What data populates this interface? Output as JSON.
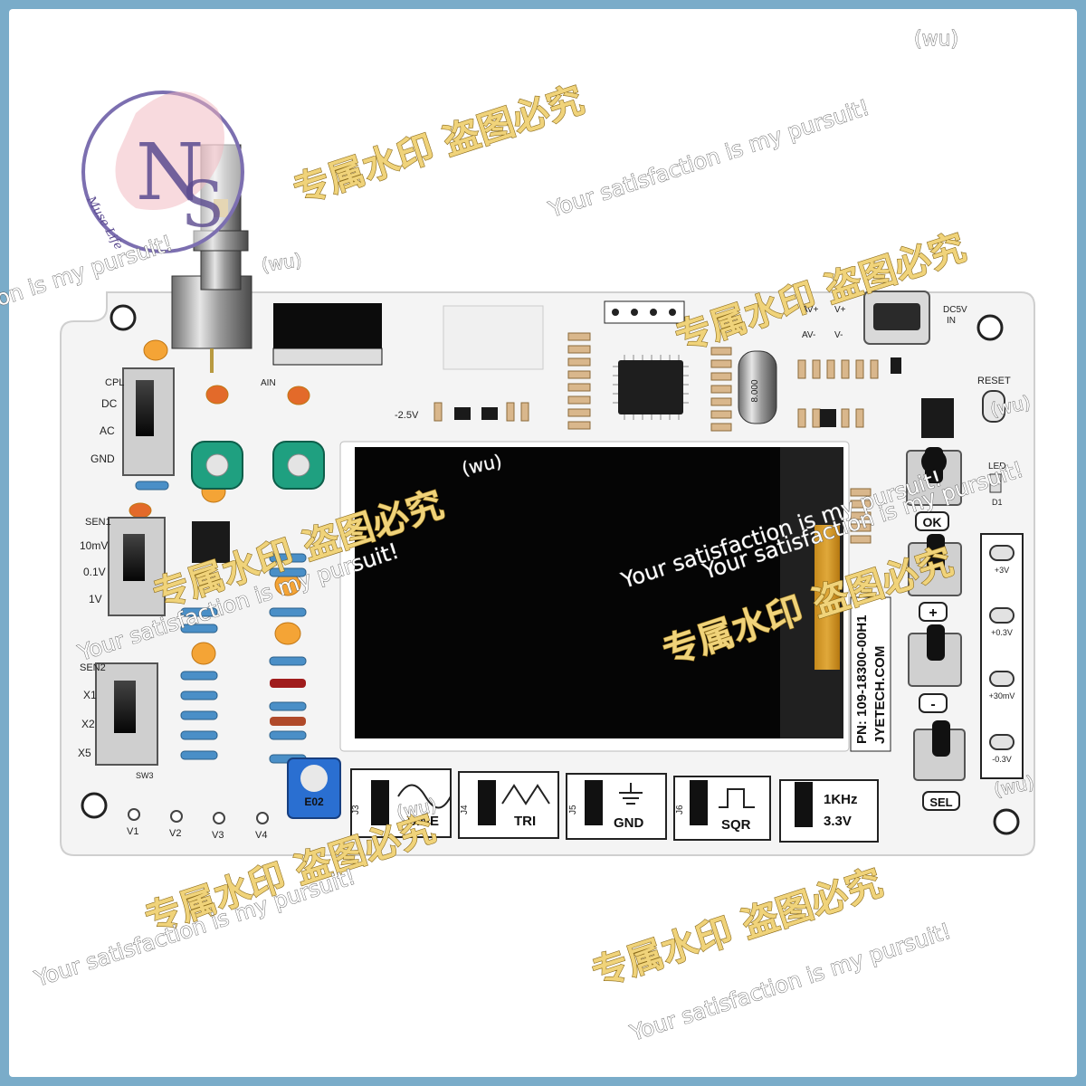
{
  "board": {
    "switch_groups": {
      "coupling": {
        "label": "CPL",
        "options": [
          "DC",
          "AC",
          "GND"
        ]
      },
      "sensitivity1": {
        "label": "SEN1",
        "options": [
          "10mV",
          "0.1V",
          "1V"
        ]
      },
      "sensitivity2": {
        "label": "SEN2",
        "options": [
          "X1",
          "X2",
          "X5"
        ]
      }
    },
    "switch_names": {
      "sw3": "SW3"
    },
    "test_points": [
      "V1",
      "V2",
      "V3",
      "V4"
    ],
    "input_label": "AIN",
    "bias_label": "-2.5V",
    "jumpers": [
      {
        "id": "J3",
        "label": "SINE"
      },
      {
        "id": "J4",
        "label": "TRI"
      },
      {
        "id": "J5",
        "label": "GND"
      },
      {
        "id": "J6",
        "label": "SQR"
      },
      {
        "id": "J7",
        "label_line1": "1KHz",
        "label_line2": "3.3V"
      }
    ],
    "buttons": [
      "OK",
      "+",
      "-",
      "SEL"
    ],
    "reset_label": "RESET",
    "led_label": "LED",
    "led_ref": "D1",
    "power_label_line1": "DC5V",
    "power_label_line2": "IN",
    "rail_labels": [
      "AV+",
      "V+",
      "AV-",
      "V-"
    ],
    "supply_pads": [
      "+3V",
      "+0.3V",
      "+30mV",
      "-0.3V"
    ],
    "part_number": "PN: 109-18300-00H1",
    "website": "JYETECH.COM",
    "crystal": "8.000",
    "trimmer_code": "E02"
  },
  "watermarks": {
    "logo_text": "Muse Life",
    "chinese": "专属水印 盗图必究",
    "english": "Your satisfaction is my pursuit!",
    "short": "(wu)"
  },
  "colors": {
    "frame": "#7aacc9",
    "board": "#f4f4f4",
    "screen": "#050505",
    "watermark_gold": "#f0d37a"
  }
}
